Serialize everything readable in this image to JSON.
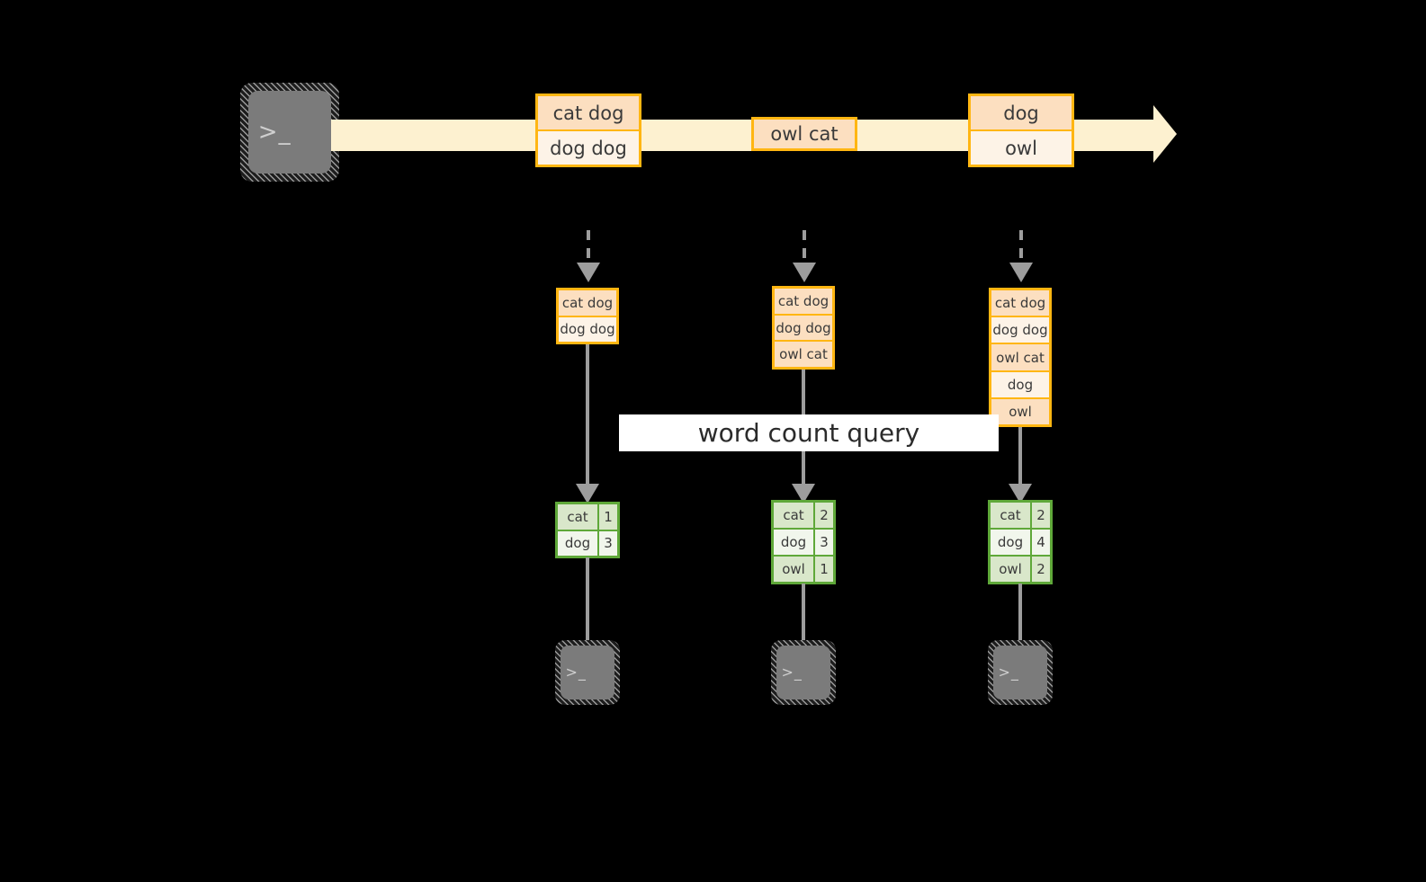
{
  "diagram": {
    "title_banner": "word count query",
    "source_icon": "terminal-icon",
    "sink_icon": "terminal-icon",
    "terminal_prompt_glyph": ">_",
    "colors": {
      "background": "#000000",
      "stream_arrow": "#fdf1d0",
      "event_border": "#ffb612",
      "event_fill_dark": "#fcdfc0",
      "event_fill_light": "#fdf3e7",
      "result_border": "#5fa839",
      "result_fill_dark": "#d9e7ca",
      "result_fill_light": "#f1f6ec",
      "arrow_gray": "#9d9d9d",
      "terminal_face": "#7b7b7b",
      "banner_background": "#ffffff"
    }
  },
  "stream": {
    "groups": [
      {
        "lines": [
          "cat dog",
          "dog dog"
        ]
      },
      {
        "lines": [
          "owl cat"
        ]
      },
      {
        "lines": [
          "dog",
          "owl"
        ]
      }
    ]
  },
  "snapshots": [
    {
      "lines": [
        "cat dog",
        "dog dog"
      ]
    },
    {
      "lines": [
        "cat dog",
        "dog dog",
        "owl cat"
      ]
    },
    {
      "lines": [
        "cat dog",
        "dog dog",
        "owl cat",
        "dog",
        "owl"
      ]
    }
  ],
  "results": [
    {
      "rows": [
        {
          "word": "cat",
          "count": "1"
        },
        {
          "word": "dog",
          "count": "3"
        }
      ]
    },
    {
      "rows": [
        {
          "word": "cat",
          "count": "2"
        },
        {
          "word": "dog",
          "count": "3"
        },
        {
          "word": "owl",
          "count": "1"
        }
      ]
    },
    {
      "rows": [
        {
          "word": "cat",
          "count": "2"
        },
        {
          "word": "dog",
          "count": "4"
        },
        {
          "word": "owl",
          "count": "2"
        }
      ]
    }
  ]
}
